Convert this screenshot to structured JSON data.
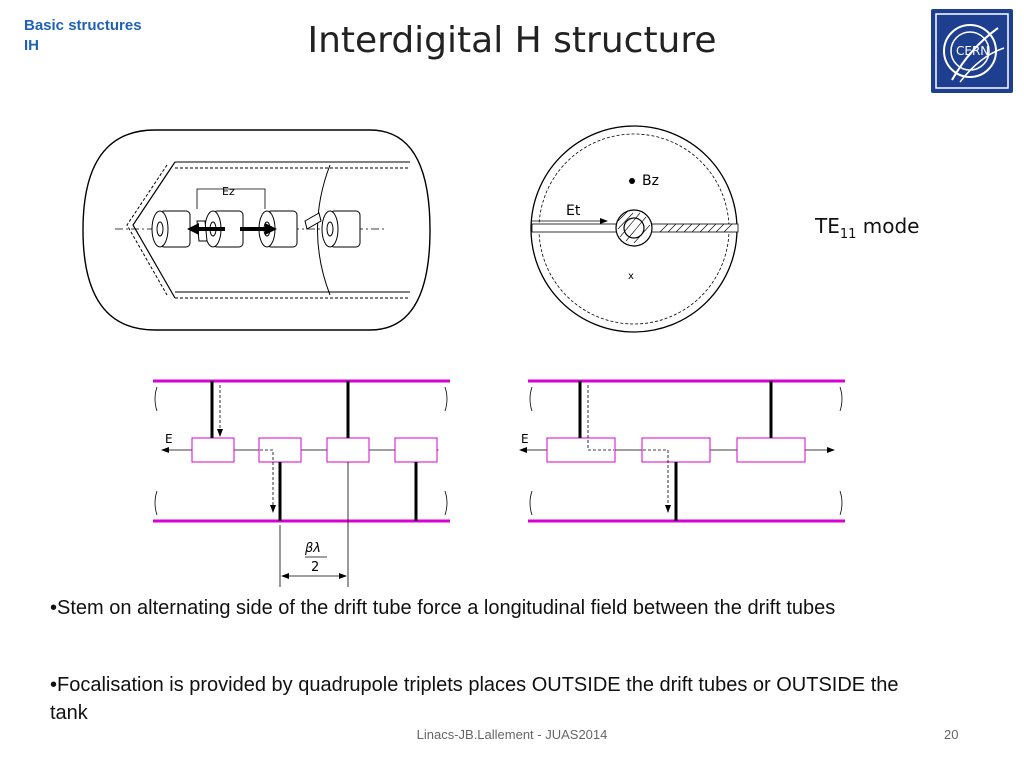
{
  "slide": {
    "section_line1": "Basic structures",
    "section_line2": "IH",
    "title": "Interdigital H structure",
    "mode_label_main": "TE",
    "mode_label_sub": "11",
    "mode_label_rest": " mode",
    "bullets": [
      "•Stem on alternating side of the drift tube force a longitudinal field between the drift tubes",
      "•Focalisation is provided by quadrupole triplets places OUTSIDE the drift tubes or OUTSIDE the tank"
    ],
    "footer": "Linacs-JB.Lallement - JUAS2014",
    "page_number": "20"
  },
  "logo": {
    "text": "CERN",
    "color": "#1e3f8f"
  },
  "figure_labels": {
    "ez": "Ez",
    "bz": "Bz",
    "et": "Et",
    "x": "x",
    "e_left": "E",
    "e_right": "E",
    "beta_lambda": "βλ",
    "two": "2"
  },
  "colors": {
    "accent": "#1f62b5",
    "wall": "#d700d7",
    "line": "#000000"
  }
}
